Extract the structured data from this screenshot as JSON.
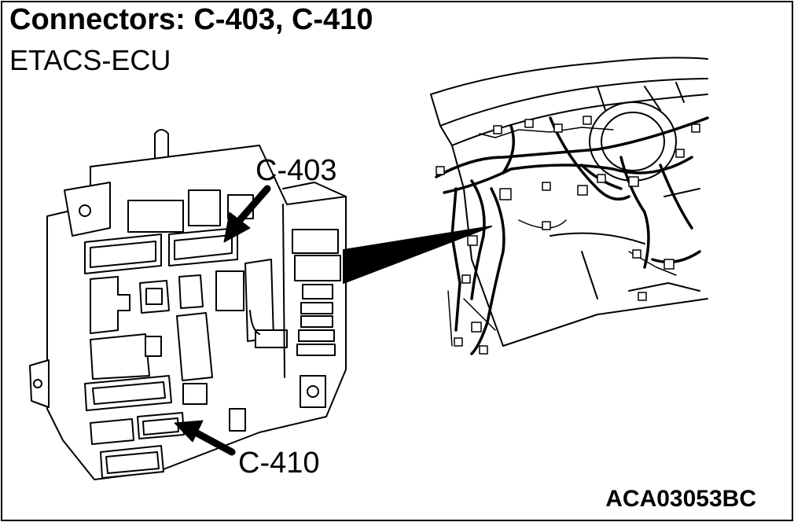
{
  "title": "Connectors: C-403, C-410",
  "subtitle": "ETACS-ECU",
  "callouts": {
    "c403": "C-403",
    "c410": "C-410"
  },
  "figure_id": "ACA03053BC",
  "colors": {
    "line": "#000000",
    "background": "#ffffff"
  }
}
